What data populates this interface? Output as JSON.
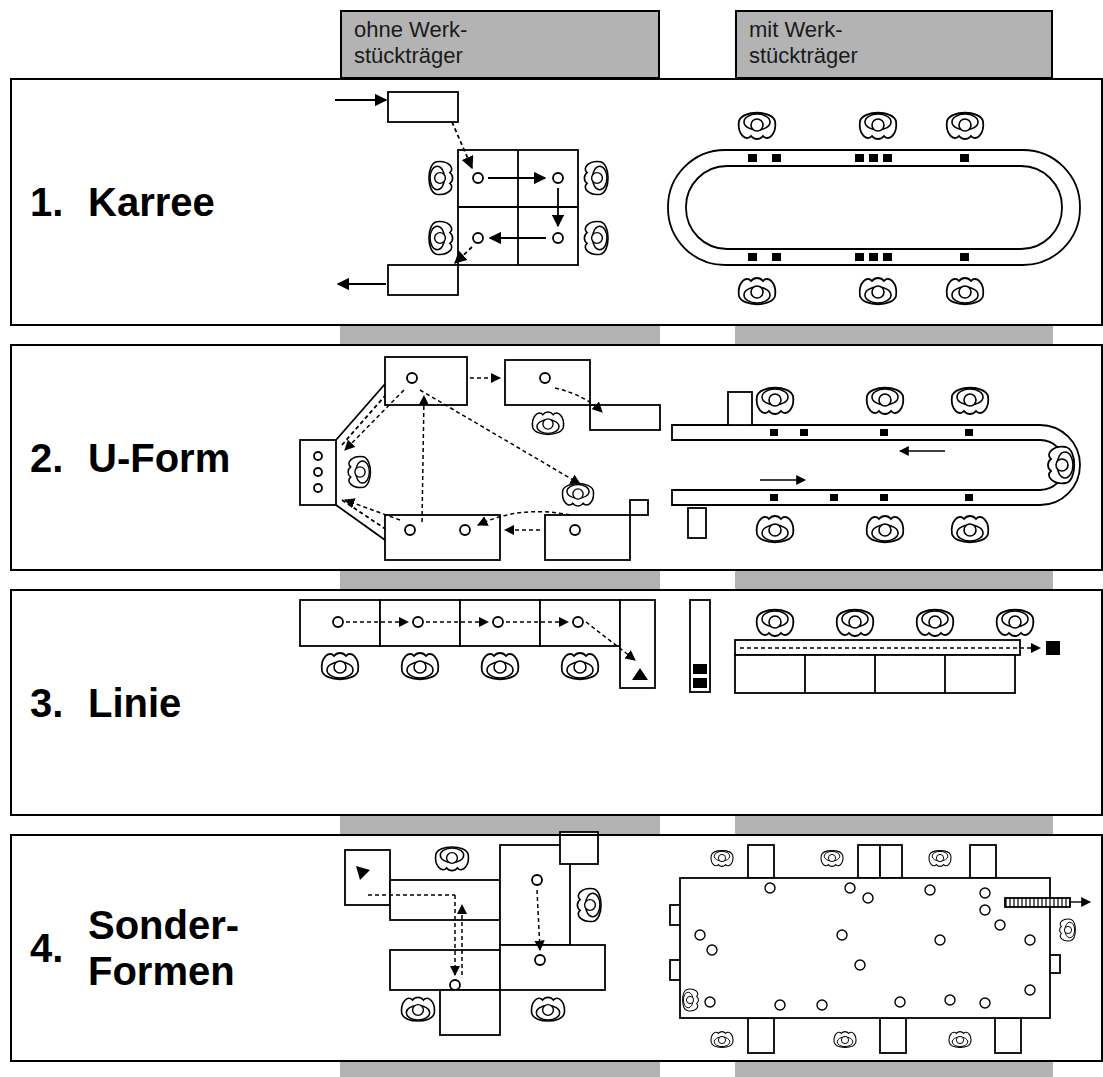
{
  "diagram": {
    "nodes": [
      {
        "text": [
          "ohne Werk- stückträger"
        ]
      },
      {
        "text": [
          "mit Werk- stückträger"
        ]
      },
      {
        "text": [
          "1.",
          "Karree"
        ]
      },
      {
        "text": [
          "2.",
          "U-Form"
        ]
      },
      {
        "text": [
          "3.",
          "Linie"
        ]
      },
      {
        "text": [
          "4.",
          "Sonder- Formen"
        ]
      }
    ]
  }
}
